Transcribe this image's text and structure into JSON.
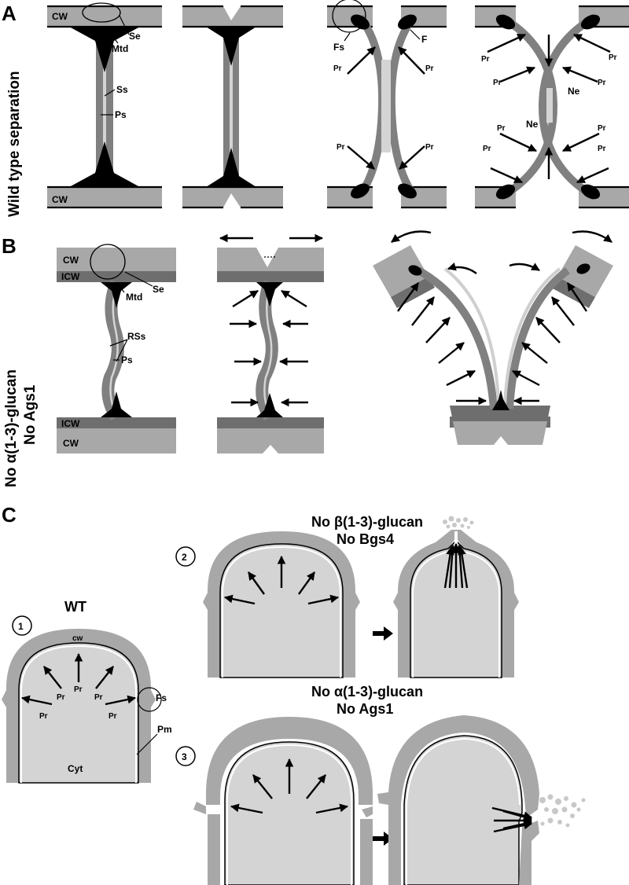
{
  "panels": {
    "a": {
      "letter": "A",
      "side_title": "Wild type separation",
      "labels": {
        "cw_top": "CW",
        "cw_bottom": "CW",
        "se": "Se",
        "mtd": "Mtd",
        "ss": "Ss",
        "ps": "Ps",
        "fs": "Fs",
        "f": "F",
        "pr": "Pr",
        "ne": "Ne"
      }
    },
    "b": {
      "letter": "B",
      "side_title_line1": "No α(1-3)-glucan",
      "side_title_line2": "No Ags1",
      "labels": {
        "cw": "CW",
        "icw": "ICW",
        "mtd": "Mtd",
        "se": "Se",
        "rss": "RSs",
        "ps": "Ps"
      }
    },
    "c": {
      "letter": "C",
      "wt": {
        "number": "1",
        "title": "WT",
        "cw": "cw",
        "pr": "Pr",
        "fs": "Fs",
        "pm": "Pm",
        "cyt": "Cyt"
      },
      "no_bgs4": {
        "number": "2",
        "title_line1": "No β(1-3)-glucan",
        "title_line2": "No Bgs4"
      },
      "no_ags1": {
        "number": "3",
        "title_line1": "No α(1-3)-glucan",
        "title_line2": "No Ags1"
      }
    }
  },
  "icons": [
    "arrow-icon",
    "circle-highlight-icon",
    "big-arrow-icon"
  ]
}
